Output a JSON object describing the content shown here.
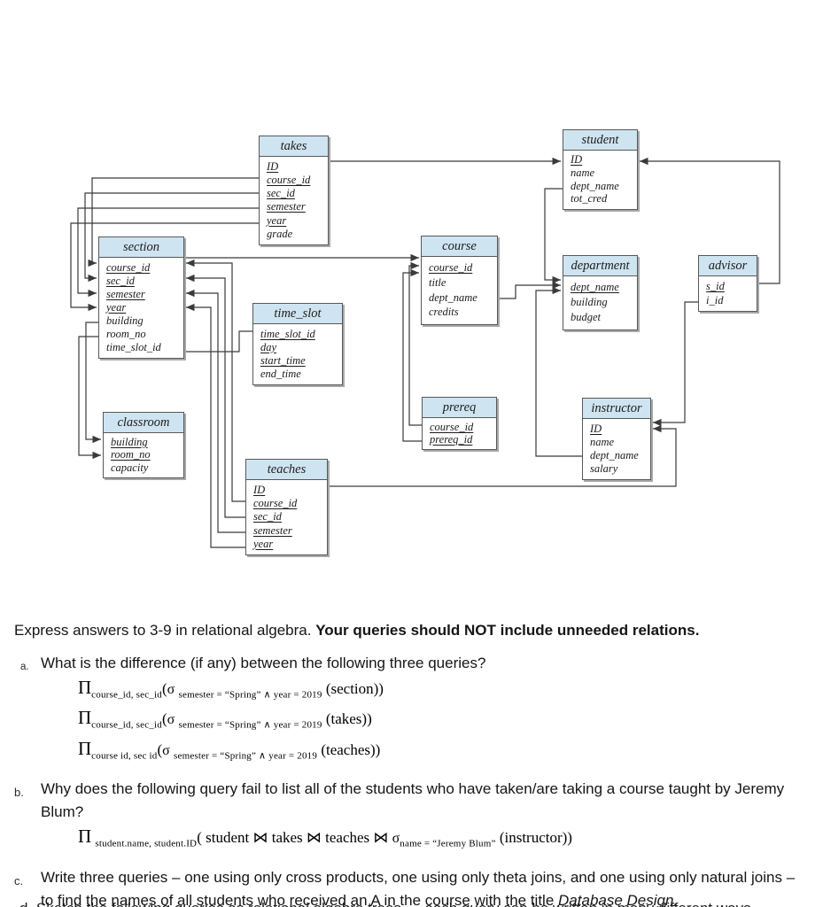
{
  "diagram": {
    "colors": {
      "header_fill": "#cfe4f1",
      "border": "#57585a",
      "line": "#3a3a3a"
    },
    "tables": [
      {
        "id": "takes",
        "name": "takes",
        "attributes": [
          {
            "n": "ID",
            "k": true
          },
          {
            "n": "course_id",
            "k": true
          },
          {
            "n": "sec_id",
            "k": true
          },
          {
            "n": "semester",
            "k": true
          },
          {
            "n": "year",
            "k": true
          },
          {
            "n": "grade",
            "k": false
          }
        ]
      },
      {
        "id": "student",
        "name": "student",
        "attributes": [
          {
            "n": "ID",
            "k": true
          },
          {
            "n": "name",
            "k": false
          },
          {
            "n": "dept_name",
            "k": false
          },
          {
            "n": "tot_cred",
            "k": false
          }
        ]
      },
      {
        "id": "section",
        "name": "section",
        "attributes": [
          {
            "n": "course_id",
            "k": true
          },
          {
            "n": "sec_id",
            "k": true
          },
          {
            "n": "semester",
            "k": true
          },
          {
            "n": "year",
            "k": true
          },
          {
            "n": "building",
            "k": false
          },
          {
            "n": "room_no",
            "k": false
          },
          {
            "n": "time_slot_id",
            "k": false
          }
        ]
      },
      {
        "id": "course",
        "name": "course",
        "attributes": [
          {
            "n": "course_id",
            "k": true
          },
          {
            "n": "title",
            "k": false
          },
          {
            "n": "dept_name",
            "k": false
          },
          {
            "n": "credits",
            "k": false
          }
        ]
      },
      {
        "id": "department",
        "name": "department",
        "attributes": [
          {
            "n": "dept_name",
            "k": true
          },
          {
            "n": "building",
            "k": false
          },
          {
            "n": "budget",
            "k": false
          }
        ]
      },
      {
        "id": "advisor",
        "name": "advisor",
        "attributes": [
          {
            "n": "s_id",
            "k": true
          },
          {
            "n": "i_id",
            "k": false
          }
        ]
      },
      {
        "id": "time_slot",
        "name": "time_slot",
        "attributes": [
          {
            "n": "time_slot_id",
            "k": true
          },
          {
            "n": "day",
            "k": true
          },
          {
            "n": "start_time",
            "k": true
          },
          {
            "n": "end_time",
            "k": false
          }
        ]
      },
      {
        "id": "prereq",
        "name": "prereq",
        "attributes": [
          {
            "n": "course_id",
            "k": true
          },
          {
            "n": "prereq_id",
            "k": true
          }
        ]
      },
      {
        "id": "instructor",
        "name": "instructor",
        "attributes": [
          {
            "n": "ID",
            "k": true
          },
          {
            "n": "name",
            "k": false
          },
          {
            "n": "dept_name",
            "k": false
          },
          {
            "n": "salary",
            "k": false
          }
        ]
      },
      {
        "id": "classroom",
        "name": "classroom",
        "attributes": [
          {
            "n": "building",
            "k": true
          },
          {
            "n": "room_no",
            "k": true
          },
          {
            "n": "capacity",
            "k": false
          }
        ]
      },
      {
        "id": "teaches",
        "name": "teaches",
        "attributes": [
          {
            "n": "ID",
            "k": true
          },
          {
            "n": "course_id",
            "k": true
          },
          {
            "n": "sec_id",
            "k": true
          },
          {
            "n": "semester",
            "k": true
          },
          {
            "n": "year",
            "k": true
          }
        ]
      }
    ]
  },
  "questions": {
    "intro": "Express answers to 3-9 in relational algebra.",
    "intro_bold": "Your queries should NOT include unneeded relations.",
    "items": [
      {
        "marker": "a.",
        "text": "What is the difference (if any) between the following three queries?",
        "formulas": [
          "Π_{course_id, sec_id}(σ _{semester = “Spring” ∧ year = 2019} (section))",
          "Π_{course_id, sec_id}(σ _{semester = “Spring” ∧ year = 2019} (takes))",
          "Π_{course id, sec id}(σ _{semester = “Spring” ∧ year = 2019} (teaches))"
        ]
      },
      {
        "marker": "b.",
        "text": "Why does the following query fail to list all of the students who have taken/are taking a course taught by Jeremy Blum?",
        "formulas": [
          "Π _{student.name, student.ID}( student ⋈ takes ⋈ teaches ⋈ σ_{name = “Jeremy Blum”} (instructor))"
        ]
      },
      {
        "marker": "c.",
        "text": "Write three queries – one using only cross products, one using only theta joins, and one using only natural joins – to find the names of all students who received an A in the course with the title",
        "italic": "Database Design."
      }
    ],
    "clipped_line": "d. Sketch the following queries as relational algebra trees — each query can be written in many different ways."
  }
}
